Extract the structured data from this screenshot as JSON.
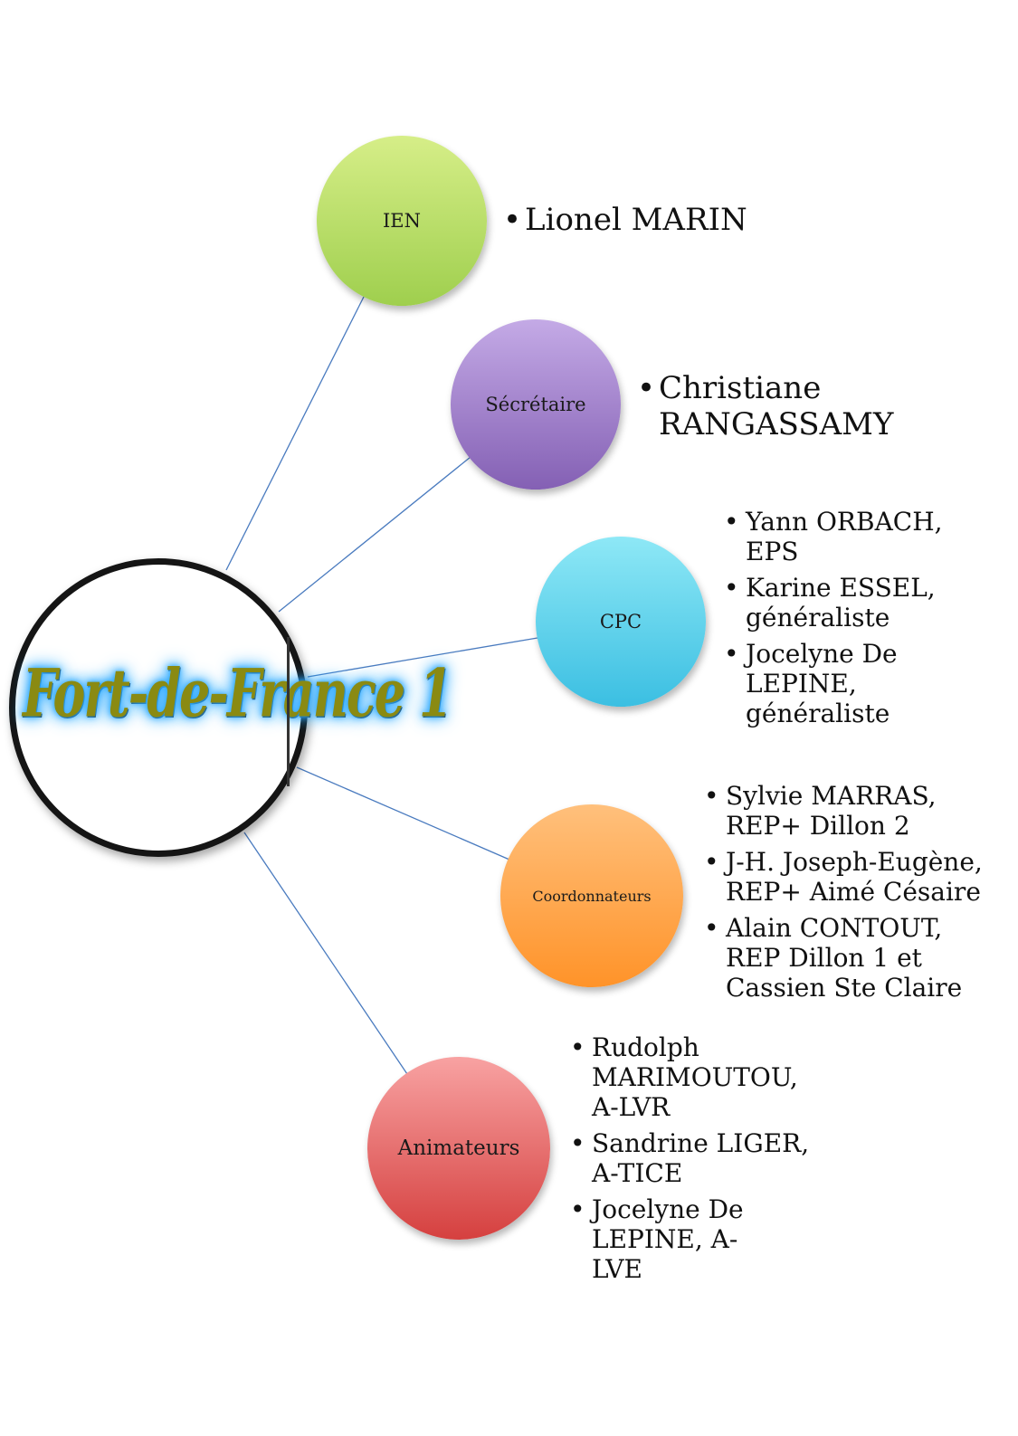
{
  "hub": {
    "logo_text": "Fort-de-France 1"
  },
  "colors": {
    "line": "#4a7bbf",
    "ien": [
      "#d6ee88",
      "#9fcf4e"
    ],
    "secretaire": [
      "#c4aae6",
      "#8460b4"
    ],
    "cpc": [
      "#8ee8f6",
      "#3bbfe2"
    ],
    "coordonnateurs": [
      "#ffc07c",
      "#ff9329"
    ],
    "animateurs": [
      "#f8a2a2",
      "#d5403f"
    ]
  },
  "nodes": {
    "ien": {
      "label": "IEN",
      "people": [
        "Lionel MARIN"
      ]
    },
    "secretaire": {
      "label": "Sécrétaire",
      "people": [
        "Christiane RANGASSAMY"
      ]
    },
    "cpc": {
      "label": "CPC",
      "people": [
        "Yann ORBACH, EPS",
        "Karine ESSEL, généraliste",
        "Jocelyne De LEPINE, généraliste"
      ]
    },
    "coordonnateurs": {
      "label": "Coordonnateurs",
      "people": [
        "Sylvie MARRAS, REP+ Dillon 2",
        "J-H. Joseph-Eugène, REP+ Aimé Césaire",
        "Alain CONTOUT, REP Dillon 1 et Cassien Ste Claire"
      ]
    },
    "animateurs": {
      "label": "Animateurs",
      "people": [
        "Rudolph MARIMOUTOU, A-LVR",
        "Sandrine LIGER, A-TICE",
        "Jocelyne De LEPINE, A-LVE"
      ]
    }
  }
}
